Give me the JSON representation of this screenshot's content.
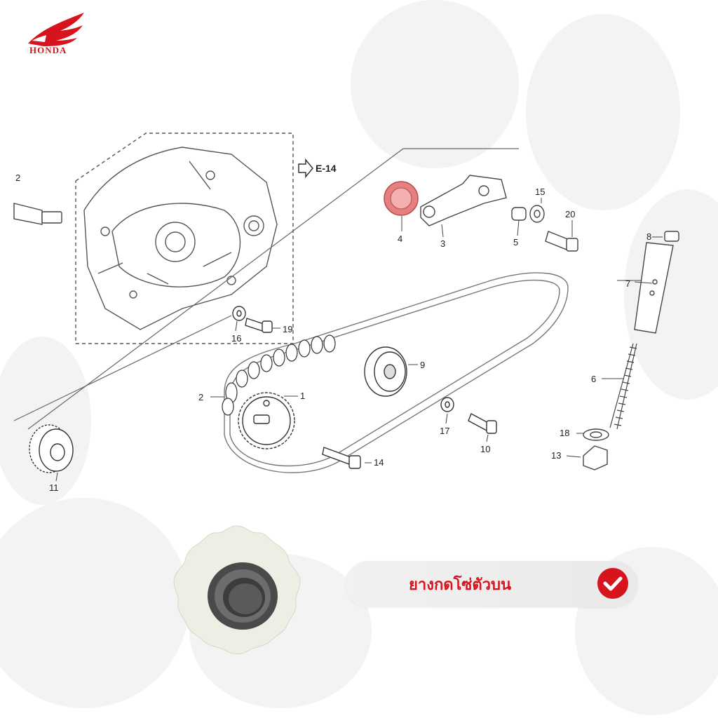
{
  "brand": {
    "logo_text": "HONDA",
    "accent": "#d7141d"
  },
  "diagram": {
    "ref_label": "E-14",
    "highlight_color": "#e07a7a",
    "callouts": [
      "2",
      "4",
      "3",
      "15",
      "20",
      "8",
      "5",
      "7",
      "16",
      "19",
      "9",
      "2",
      "1",
      "6",
      "17",
      "10",
      "18",
      "13",
      "14",
      "11"
    ]
  },
  "badge": {
    "text": "ยางกดโซ่ตัวบน",
    "check_icon": "check-circle-icon",
    "text_color": "#d7141d"
  }
}
